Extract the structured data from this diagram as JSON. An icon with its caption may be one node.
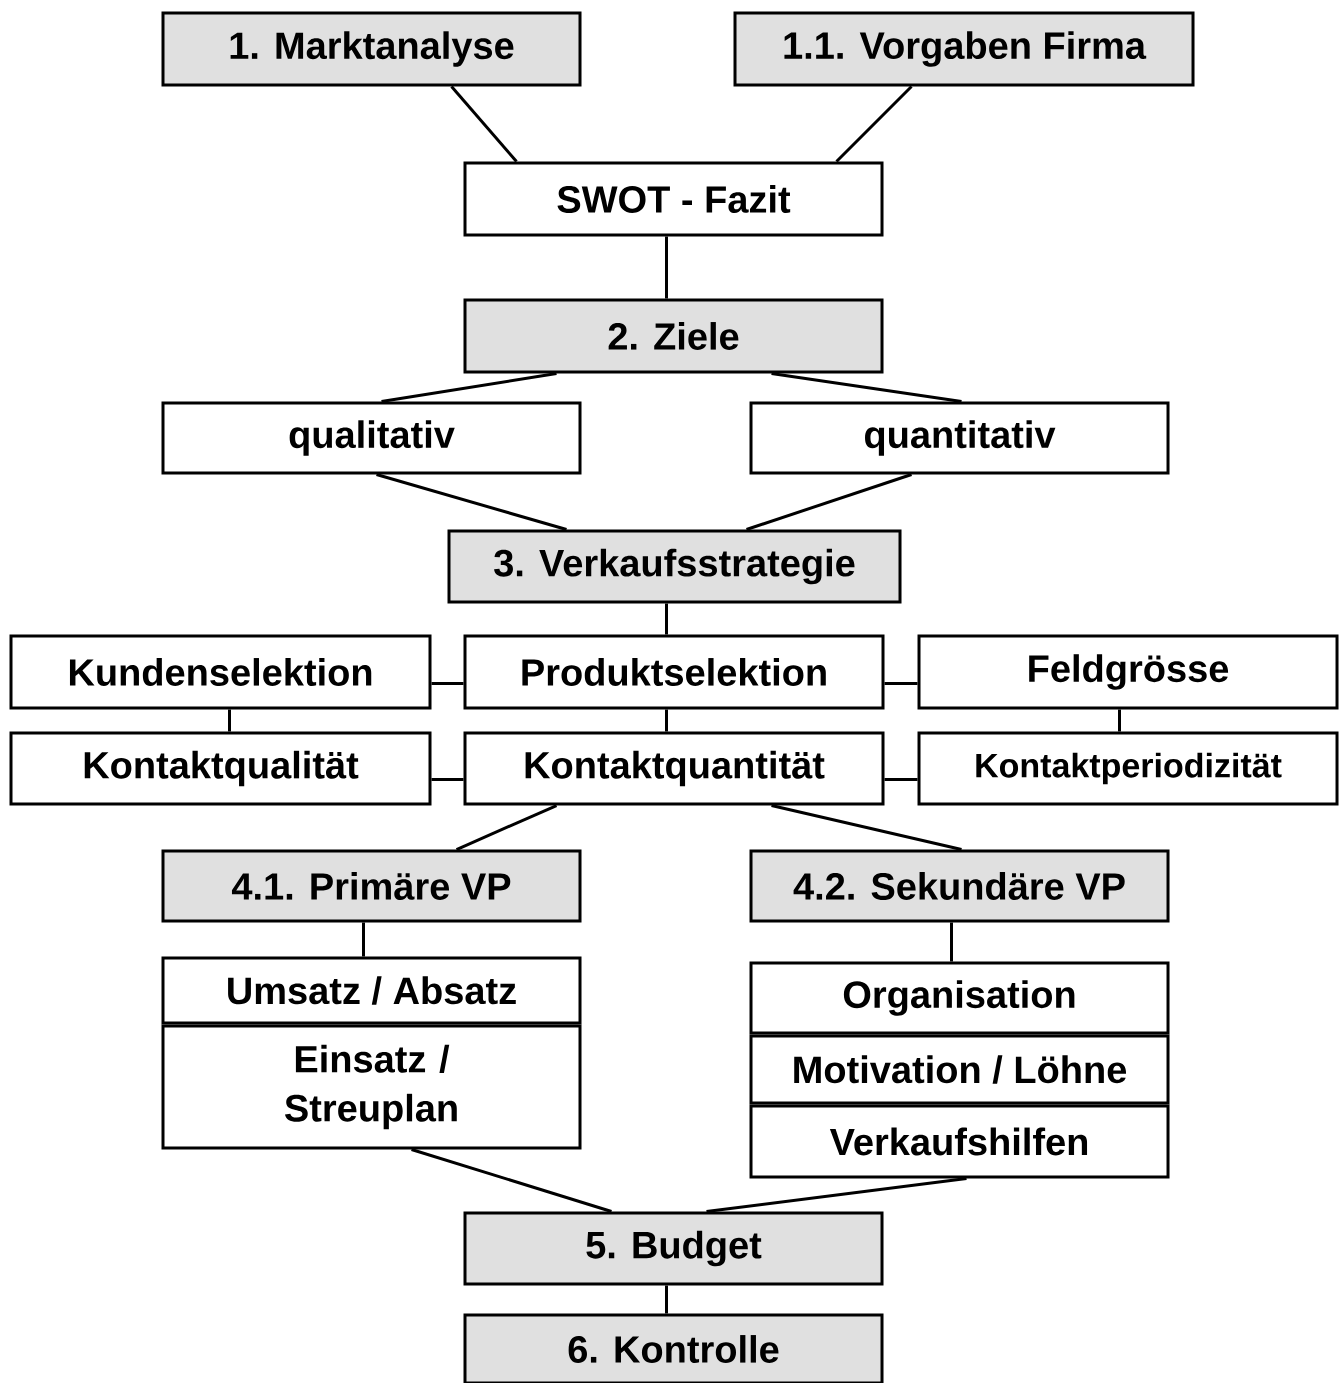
{
  "diagram": {
    "nodes": [
      {
        "text": [
          "1. Marktanalyse"
        ]
      },
      {
        "text": [
          "1.1. Vorgaben Firma"
        ]
      },
      {
        "text": [
          "SWOT - Fazit"
        ]
      },
      {
        "text": [
          "2. Ziele"
        ]
      },
      {
        "text": [
          "qualitativ"
        ]
      },
      {
        "text": [
          "quantitativ"
        ]
      },
      {
        "text": [
          "3. Verkaufsstrategie"
        ]
      },
      {
        "text": [
          "Kundenselektion"
        ]
      },
      {
        "text": [
          "Produktselektion"
        ]
      },
      {
        "text": [
          "Feldgrösse"
        ]
      },
      {
        "text": [
          "Kontaktqualität"
        ]
      },
      {
        "text": [
          "Kontaktquantität"
        ]
      },
      {
        "text": [
          "Kontaktperiodizität"
        ]
      },
      {
        "text": [
          "4.1. Primäre VP"
        ]
      },
      {
        "text": [
          "Umsatz / Absatz"
        ]
      },
      {
        "text": [
          "Einsatz / Streuplan"
        ]
      },
      {
        "text": [
          "4.2. Sekundäre VP"
        ]
      },
      {
        "text": [
          "Organisation"
        ]
      },
      {
        "text": [
          "Motivation / Löhne"
        ]
      },
      {
        "text": [
          "Verkaufshilfen"
        ]
      },
      {
        "text": [
          "5. Budget"
        ]
      },
      {
        "text": [
          "6. Kontrolle"
        ]
      }
    ],
    "edges": [
      {
        "from": 0,
        "to": 2,
        "arrow": "none"
      },
      {
        "from": 1,
        "to": 2,
        "arrow": "none"
      },
      {
        "from": 2,
        "to": 3,
        "arrow": "none"
      },
      {
        "from": 3,
        "to": 4,
        "arrow": "none"
      },
      {
        "from": 3,
        "to": 5,
        "arrow": "none"
      },
      {
        "from": 4,
        "to": 6,
        "arrow": "none"
      },
      {
        "from": 5,
        "to": 6,
        "arrow": "none"
      },
      {
        "from": 6,
        "to": 8,
        "arrow": "none"
      },
      {
        "from": 7,
        "to": 8,
        "arrow": "none"
      },
      {
        "from": 8,
        "to": 9,
        "arrow": "none"
      },
      {
        "from": 7,
        "to": 10,
        "arrow": "none"
      },
      {
        "from": 8,
        "to": 11,
        "arrow": "none"
      },
      {
        "from": 9,
        "to": 12,
        "arrow": "none"
      },
      {
        "from": 10,
        "to": 11,
        "arrow": "none"
      },
      {
        "from": 11,
        "to": 12,
        "arrow": "none"
      },
      {
        "from": 11,
        "to": 13,
        "arrow": "none"
      },
      {
        "from": 11,
        "to": 16,
        "arrow": "none"
      },
      {
        "from": 13,
        "to": 14,
        "arrow": "none"
      },
      {
        "from": 16,
        "to": 17,
        "arrow": "none"
      },
      {
        "from": 15,
        "to": 20,
        "arrow": "none"
      },
      {
        "from": 19,
        "to": 20,
        "arrow": "none"
      },
      {
        "from": 20,
        "to": 21,
        "arrow": "none"
      }
    ]
  }
}
